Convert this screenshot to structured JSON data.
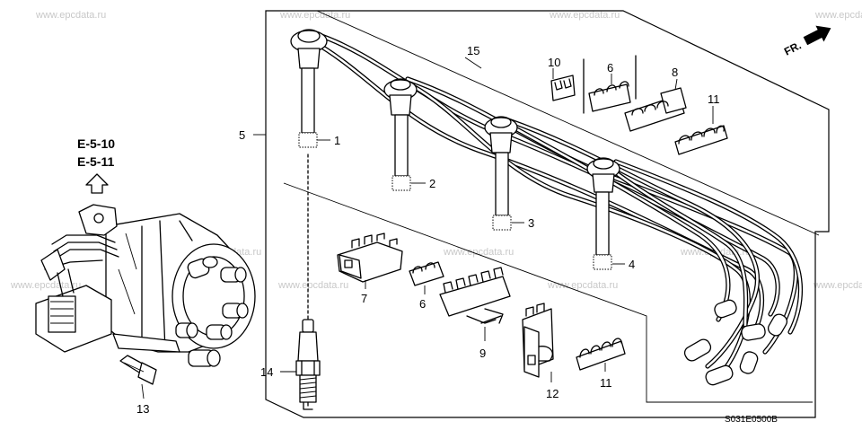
{
  "watermark": "www.epcdata.ru",
  "references": [
    "E-5-10",
    "E-5-11"
  ],
  "direction_label": "FR.",
  "diagram_code": "S031E0500B",
  "callouts": {
    "c1": "1",
    "c2": "2",
    "c3": "3",
    "c4": "4",
    "c5": "5",
    "c6a": "6",
    "c6b": "6",
    "c7": "7",
    "c8": "8",
    "c9": "9",
    "c10": "10",
    "c11a": "11",
    "c11b": "11",
    "c12": "12",
    "c13": "13",
    "c14": "14",
    "c15": "15"
  }
}
